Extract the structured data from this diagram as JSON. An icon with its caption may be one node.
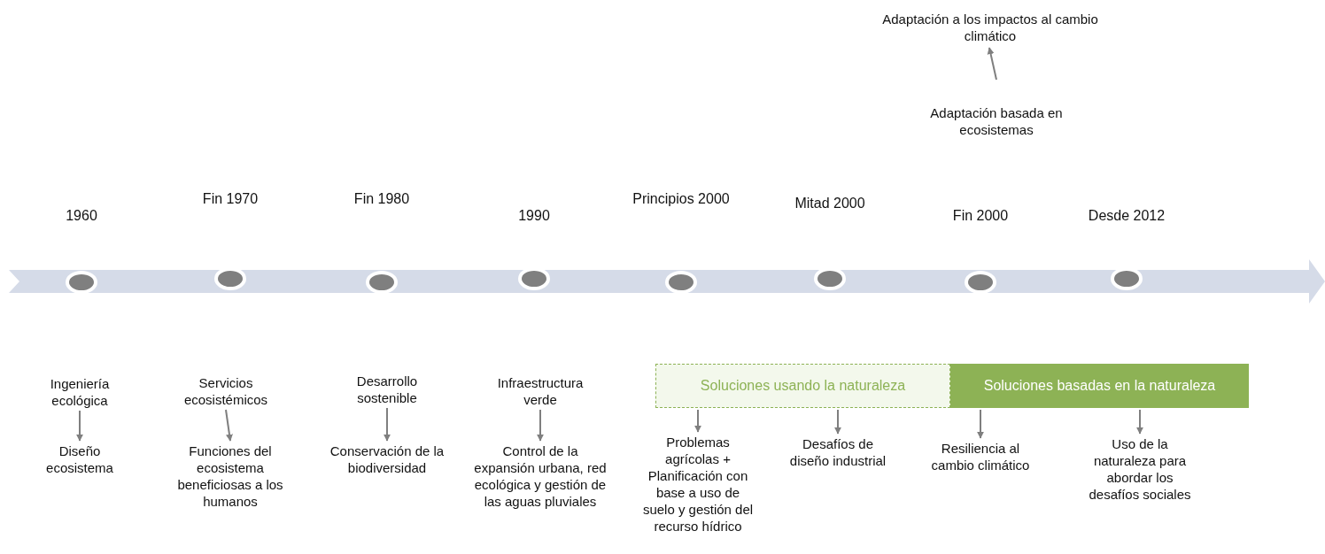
{
  "diagram": {
    "nodes": [
      {
        "text": [
          "Adaptación a los impactos al cambio climático"
        ]
      },
      {
        "text": [
          "Adaptación basada en ecosistemas"
        ]
      },
      {
        "text": [
          "Ingeniería ecológica"
        ]
      },
      {
        "text": [
          "Diseño ecosistema"
        ]
      },
      {
        "text": [
          "Servicios ecosistémicos"
        ]
      },
      {
        "text": [
          "Funciones del ecosistema beneficiosas a los humanos"
        ]
      },
      {
        "text": [
          "Desarrollo sostenible"
        ]
      },
      {
        "text": [
          "Conservación de la biodiversidad"
        ]
      },
      {
        "text": [
          "Infraestructura verde"
        ]
      },
      {
        "text": [
          "Control de la expansión urbana, red ecológica y gestión de las aguas pluviales"
        ]
      },
      {
        "text": [
          "Soluciones usando la naturaleza"
        ]
      },
      {
        "text": [
          "Soluciones basadas en la naturaleza"
        ]
      },
      {
        "text": [
          "Problemas agrícolas + Planificación con base a uso de suelo y gestión del recurso hídrico"
        ]
      },
      {
        "text": [
          "Desafíos de diseño industrial"
        ]
      },
      {
        "text": [
          "Resiliencia al cambio climático"
        ]
      },
      {
        "text": [
          "Uso de la naturaleza para abordar los desafíos sociales"
        ]
      }
    ],
    "edges": [
      {
        "from": 1,
        "to": 0,
        "arrow": "to"
      },
      {
        "from": 2,
        "to": 3,
        "arrow": "to"
      },
      {
        "from": 4,
        "to": 5,
        "arrow": "to"
      },
      {
        "from": 6,
        "to": 7,
        "arrow": "to"
      },
      {
        "from": 8,
        "to": 9,
        "arrow": "to"
      },
      {
        "from": 10,
        "to": 12,
        "arrow": "to"
      },
      {
        "from": 10,
        "to": 13,
        "arrow": "to"
      },
      {
        "from": 11,
        "to": 14,
        "arrow": "to"
      },
      {
        "from": 11,
        "to": 15,
        "arrow": "to"
      }
    ],
    "labels": [
      "1960",
      "Fin 1970",
      "Fin 1980",
      "1990",
      "Principios 2000",
      "Mitad 2000",
      "Fin 2000",
      "Desde 2012"
    ]
  }
}
